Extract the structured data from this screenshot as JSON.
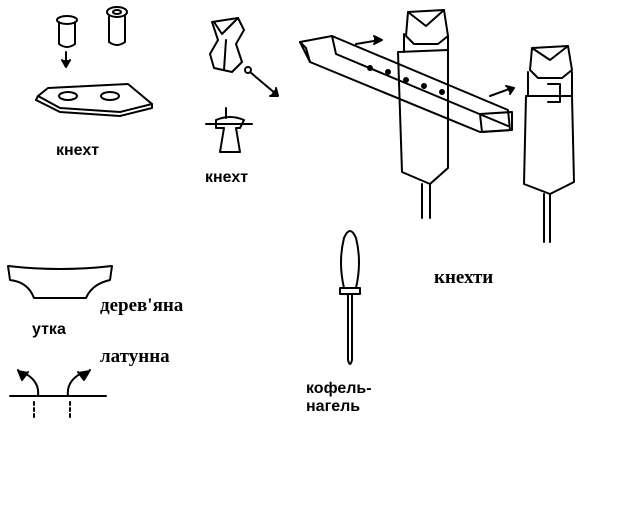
{
  "labels": {
    "knecht_1": "кнехт",
    "knecht_2": "кнехт",
    "knechty": "кнехти",
    "derevyana": "дерев'яна",
    "utka": "утка",
    "latunna": "латунна",
    "kofel_line1": "кофель-",
    "kofel_line2": "нагель"
  },
  "colors": {
    "ink": "#000000",
    "paper": "#ffffff"
  },
  "icons": [
    "knecht-bolt-drawing",
    "knecht-plate-drawing",
    "knecht-figure-drawing",
    "knecht-rail-assembly-drawing",
    "wooden-cleat-drawing",
    "brass-cleat-drawing",
    "belaying-pin-drawing"
  ]
}
